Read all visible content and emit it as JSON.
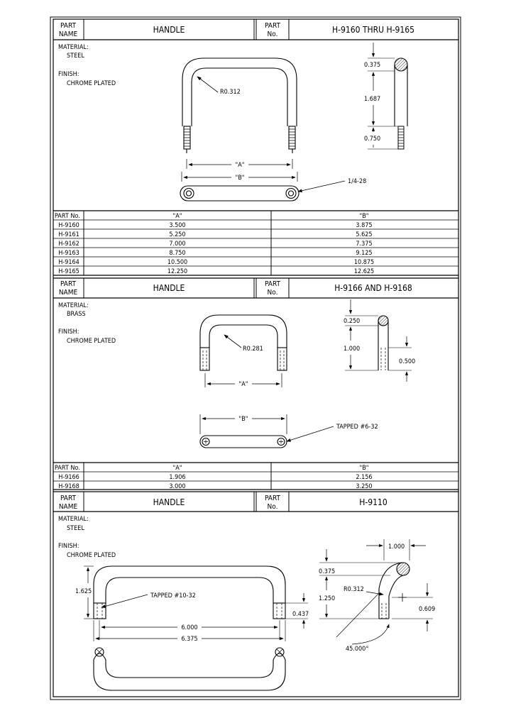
{
  "sections": [
    {
      "header": {
        "part_name_label": "PART NAME",
        "part_name": "HANDLE",
        "part_no_label": "PART No.",
        "part_no": "H-9160 THRU H-9165"
      },
      "material_label": "MATERIAL:",
      "material": "STEEL",
      "finish_label": "FINISH:",
      "finish": "CHROME PLATED",
      "callouts": {
        "radius": "R0.312",
        "thread": "1/4-28",
        "dim_a": "\"A\"",
        "dim_b": "\"B\""
      },
      "side_view": {
        "d1": "0.375",
        "d2": "1.687",
        "d3": "0.750"
      },
      "table": {
        "headers": [
          "PART No.",
          "\"A\"",
          "\"B\""
        ],
        "rows": [
          [
            "H-9160",
            "3.500",
            "3.875"
          ],
          [
            "H-9161",
            "5.250",
            "5.625"
          ],
          [
            "H-9162",
            "7.000",
            "7.375"
          ],
          [
            "H-9163",
            "8.750",
            "9.125"
          ],
          [
            "H-9164",
            "10.500",
            "10.875"
          ],
          [
            "H-9165",
            "12.250",
            "12.625"
          ]
        ]
      }
    },
    {
      "header": {
        "part_name_label": "PART NAME",
        "part_name": "HANDLE",
        "part_no_label": "PART No.",
        "part_no": "H-9166 AND H-9168"
      },
      "material_label": "MATERIAL:",
      "material": "BRASS",
      "finish_label": "FINISH:",
      "finish": "CHROME PLATED",
      "callouts": {
        "radius": "R0.281",
        "tapped": "TAPPED #6-32",
        "dim_a": "\"A\"",
        "dim_b": "\"B\""
      },
      "side_view": {
        "d1": "0.250",
        "d2": "1.000",
        "d3": "0.500"
      },
      "table": {
        "headers": [
          "PART No.",
          "\"A\"",
          "\"B\""
        ],
        "rows": [
          [
            "H-9166",
            "1.906",
            "2.156"
          ],
          [
            "H-9168",
            "3.000",
            "3.250"
          ]
        ]
      }
    },
    {
      "header": {
        "part_name_label": "PART NAME",
        "part_name": "HANDLE",
        "part_no_label": "PART No.",
        "part_no": "H-9110"
      },
      "material_label": "MATERIAL:",
      "material": "STEEL",
      "finish_label": "FINISH:",
      "finish": "CHROME PLATED",
      "callouts": {
        "tapped": "TAPPED #10-32",
        "height": "1.625",
        "dim_6000": "6.000",
        "dim_6375": "6.375",
        "dim_0437": "0.437"
      },
      "side_view": {
        "d1000": "1.000",
        "d0375": "0.375",
        "d1250": "1.250",
        "radius": "R0.312",
        "d0609": "0.609",
        "angle": "45.000°"
      }
    }
  ]
}
